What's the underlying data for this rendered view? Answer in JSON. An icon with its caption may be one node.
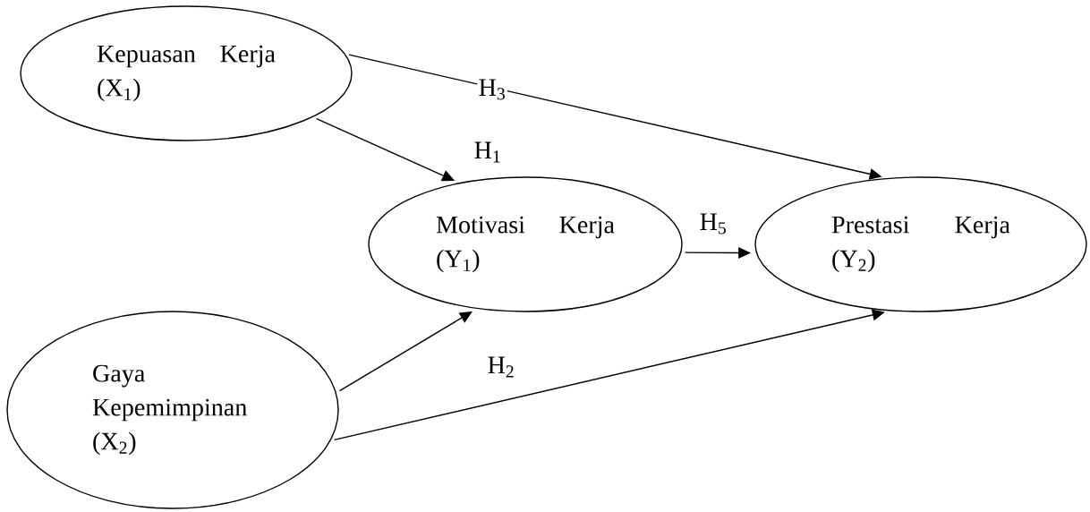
{
  "diagram": {
    "nodes": [
      {
        "text": [
          "Kepuasan Kerja (X$_{1}$)"
        ]
      },
      {
        "text": [
          "Motivasi Kerja (Y$_{1}$)"
        ]
      },
      {
        "text": [
          "Prestasi Kerja (Y$_{2}$)"
        ]
      },
      {
        "text": [
          "Gaya Kepemimpinan (X$_{2}$)"
        ]
      }
    ],
    "edges": [
      {
        "from": 0,
        "to": 1,
        "arrow": "to",
        "label": "H$_{1}$"
      },
      {
        "from": 3,
        "to": 1,
        "arrow": "to",
        "label": "H$_{2}$"
      },
      {
        "from": 0,
        "to": 2,
        "arrow": "to",
        "label": "H$_{3}$"
      },
      {
        "from": 3,
        "to": 2,
        "arrow": "to"
      },
      {
        "from": 1,
        "to": 2,
        "arrow": "to",
        "label": "H$_{5}$"
      }
    ]
  }
}
